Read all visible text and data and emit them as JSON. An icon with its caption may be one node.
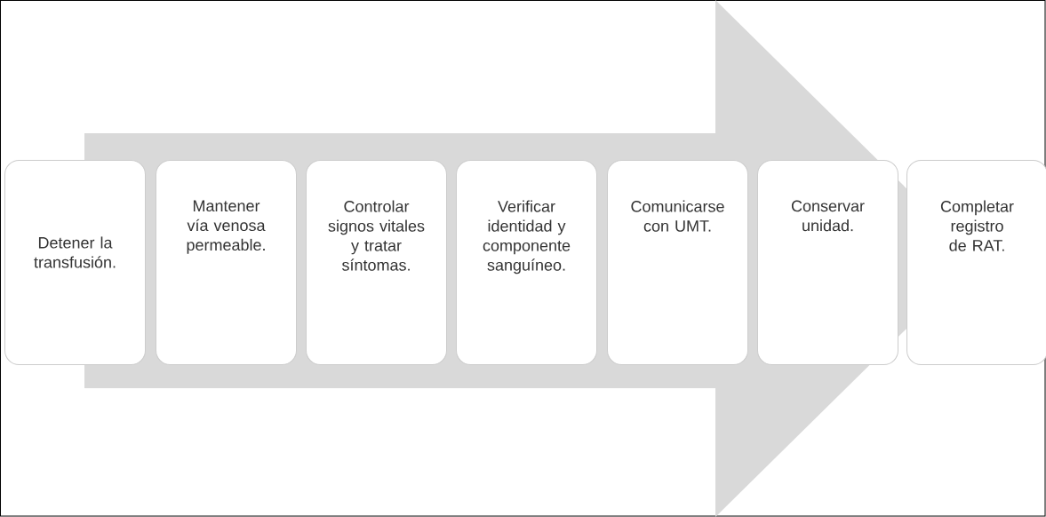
{
  "diagram": {
    "nodes": [
      {
        "text": [
          "Detener la transfusión."
        ]
      },
      {
        "text": [
          "Mantener vía venosa permeable."
        ]
      },
      {
        "text": [
          "Controlar signos vitales y tratar síntomas."
        ]
      },
      {
        "text": [
          "Verificar identidad y componente sanguíneo."
        ]
      },
      {
        "text": [
          "Comunicarse con UMT."
        ]
      },
      {
        "text": [
          "Conservar unidad."
        ]
      },
      {
        "text": [
          "Completar registro de RAT."
        ]
      }
    ],
    "edges": [
      {
        "from": 0,
        "to": 6,
        "arrow": "to"
      }
    ]
  }
}
